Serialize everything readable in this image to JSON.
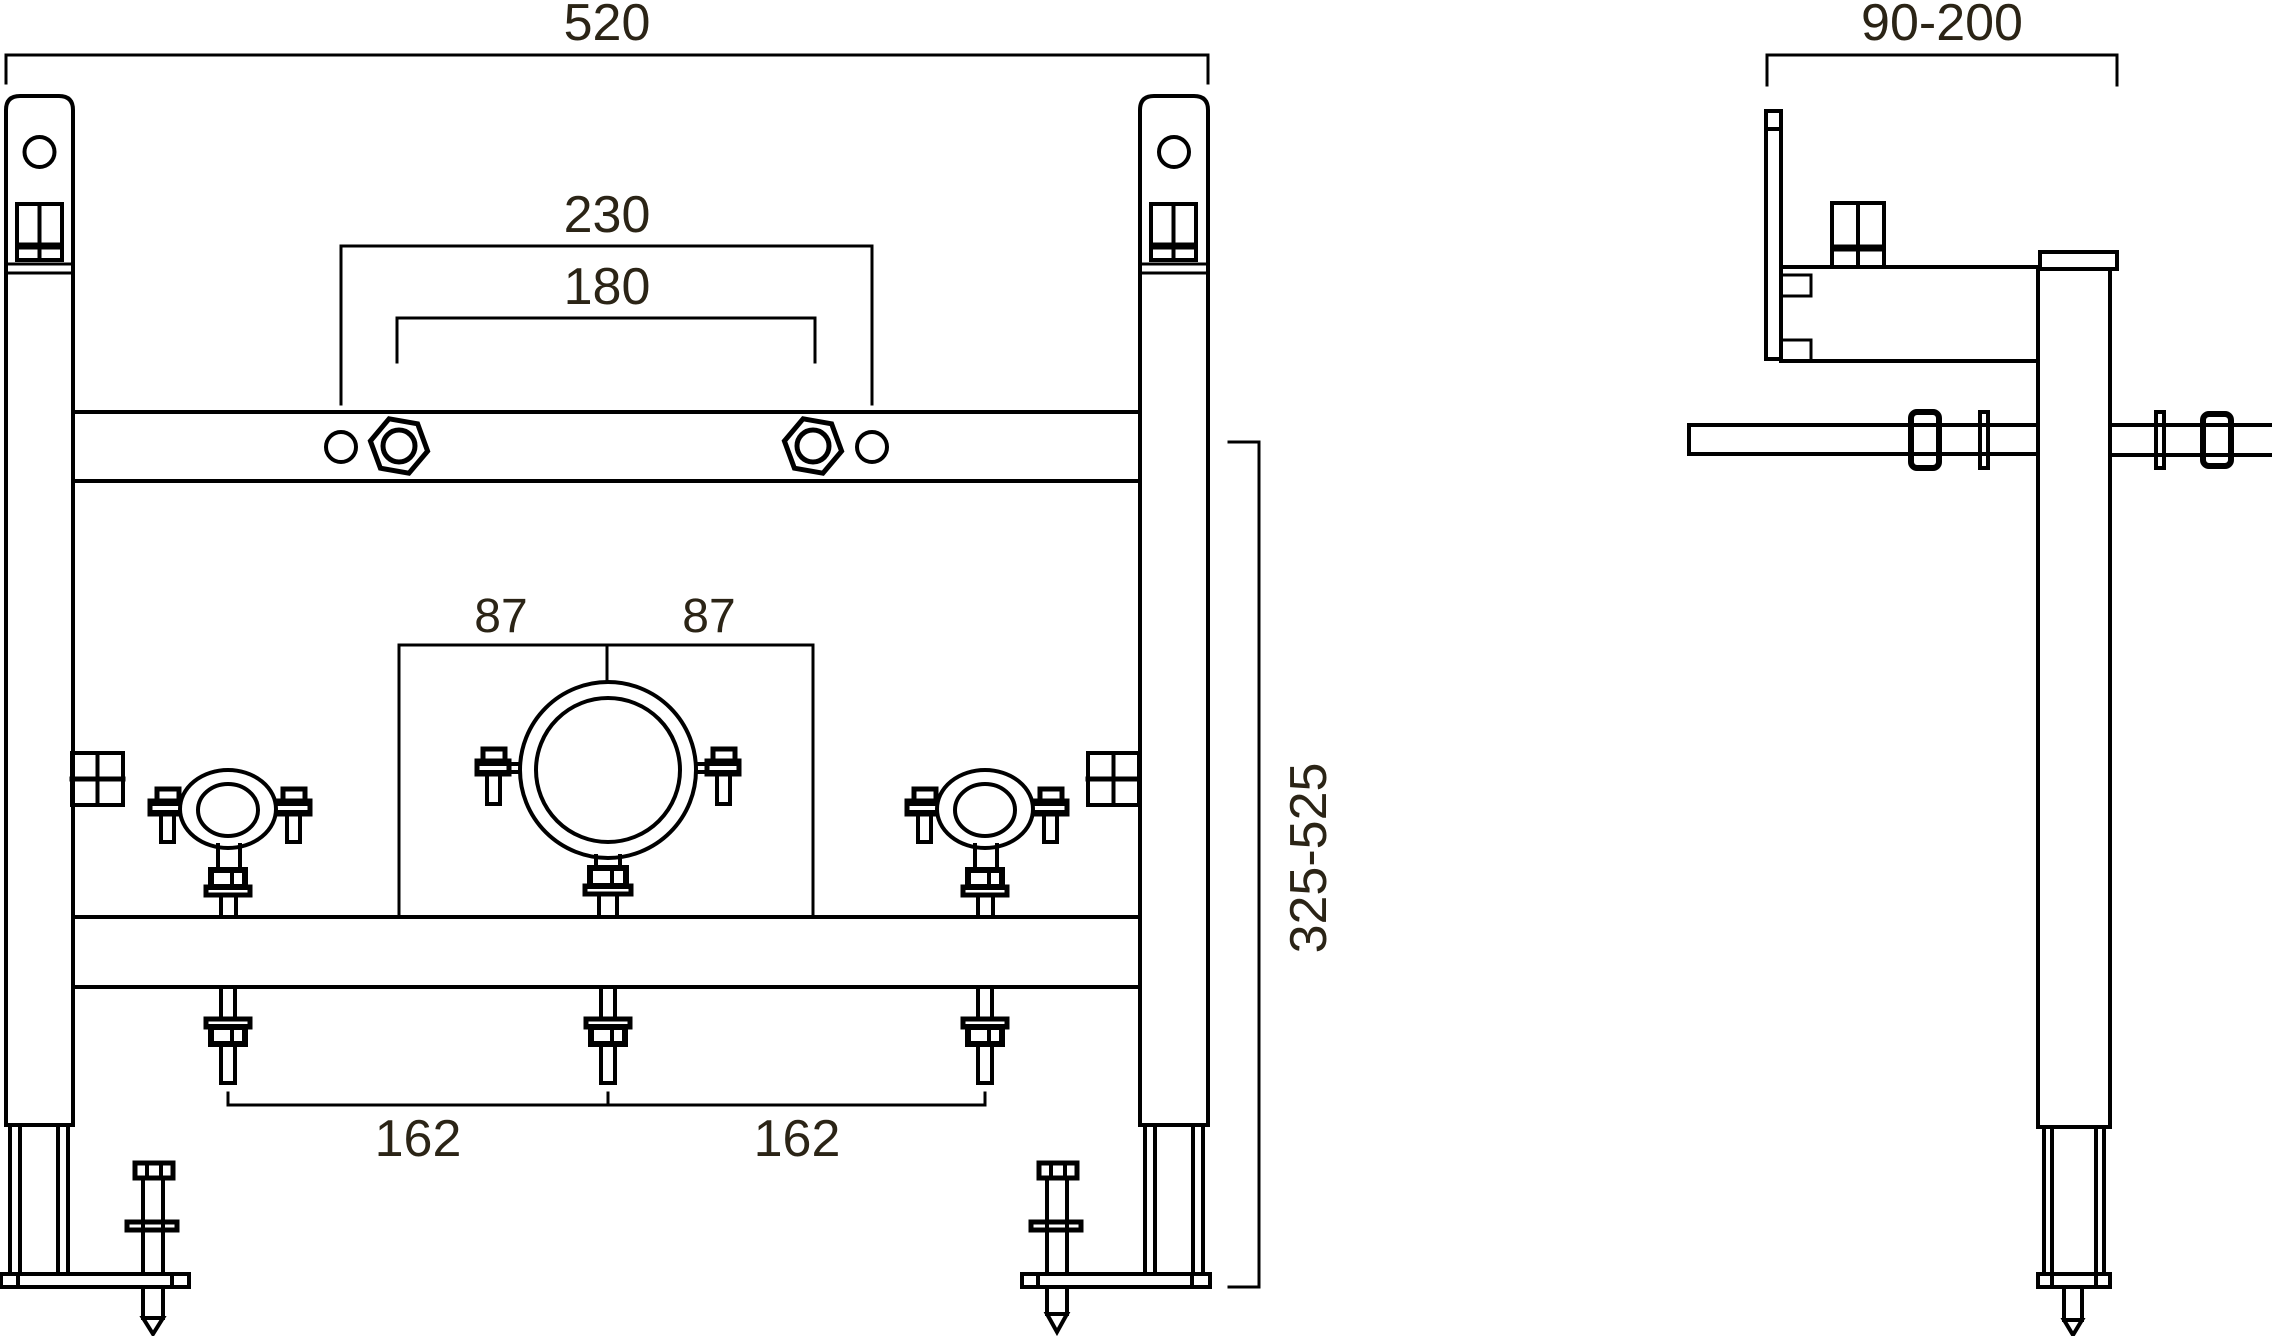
{
  "document": {
    "kind": "technical installation drawing, front and side view of sanitary mounting frame",
    "background_color": "#ffffff",
    "line_color": "#000000",
    "dimension_text_color": "#2b2416"
  },
  "front_view": {
    "dimensions": {
      "frame_width": "520",
      "outer_fixing_spacing": "230",
      "stud_spacing": "180",
      "clamp_offset_left": "87",
      "clamp_offset_right": "87",
      "rod_spacing_left": "162",
      "rod_spacing_right": "162",
      "height_adjust_range": "325-525"
    }
  },
  "side_view": {
    "dimensions": {
      "wall_distance_range": "90-200"
    }
  }
}
